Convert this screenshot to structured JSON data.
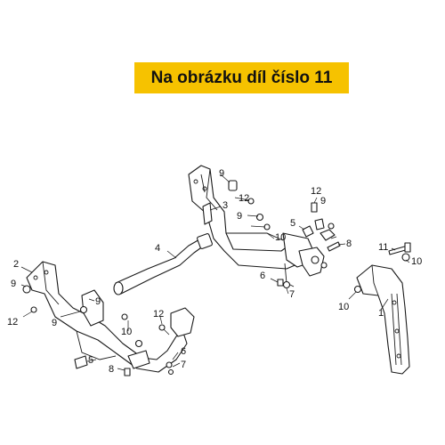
{
  "banner": {
    "text": "Na obrázku díl číslo 11",
    "color": "#f6c200"
  },
  "callouts": [
    {
      "id": "c1",
      "text": "1"
    },
    {
      "id": "c2",
      "text": "2"
    },
    {
      "id": "c3",
      "text": "3"
    },
    {
      "id": "c4",
      "text": "4"
    },
    {
      "id": "c5a",
      "text": "5"
    },
    {
      "id": "c5b",
      "text": "5"
    },
    {
      "id": "c6a",
      "text": "6"
    },
    {
      "id": "c6b",
      "text": "6"
    },
    {
      "id": "c7a",
      "text": "7"
    },
    {
      "id": "c7b",
      "text": "7"
    },
    {
      "id": "c8a",
      "text": "8"
    },
    {
      "id": "c8b",
      "text": "8"
    },
    {
      "id": "c9a",
      "text": "9"
    },
    {
      "id": "c9b",
      "text": "9"
    },
    {
      "id": "c9c",
      "text": "9"
    },
    {
      "id": "c9d",
      "text": "9"
    },
    {
      "id": "c9e",
      "text": "9"
    },
    {
      "id": "c9f",
      "text": "9"
    },
    {
      "id": "c10a",
      "text": "10"
    },
    {
      "id": "c10b",
      "text": "10"
    },
    {
      "id": "c10c",
      "text": "10"
    },
    {
      "id": "c10d",
      "text": "10"
    },
    {
      "id": "c11",
      "text": "11"
    },
    {
      "id": "c12a",
      "text": "12"
    },
    {
      "id": "c12b",
      "text": "12"
    },
    {
      "id": "c12c",
      "text": "12"
    },
    {
      "id": "c12d",
      "text": "12"
    }
  ]
}
